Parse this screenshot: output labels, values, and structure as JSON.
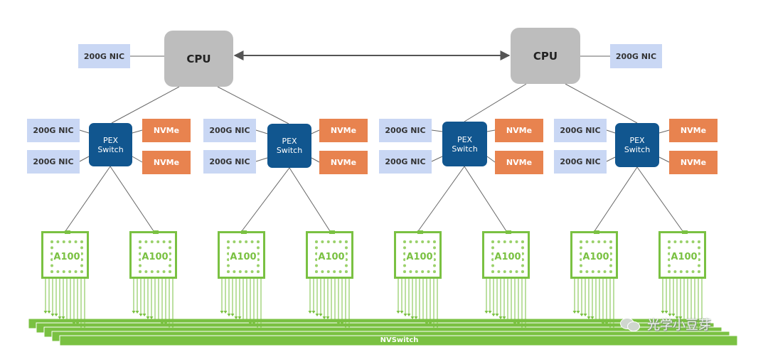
{
  "labels": {
    "cpu": "CPU",
    "nic": "200G NIC",
    "nvme": "NVMe",
    "pex_line1": "PEX",
    "pex_line2": "Switch",
    "gpu": "A100",
    "nvswitch": "NVSwitch"
  },
  "watermark": {
    "text": "光学小豆芽"
  },
  "colors": {
    "cpu": "#bdbdbd",
    "nic": "#c9d7f4",
    "nvme": "#e8834f",
    "pex": "#11568f",
    "nvidia_green": "#7ac142"
  }
}
